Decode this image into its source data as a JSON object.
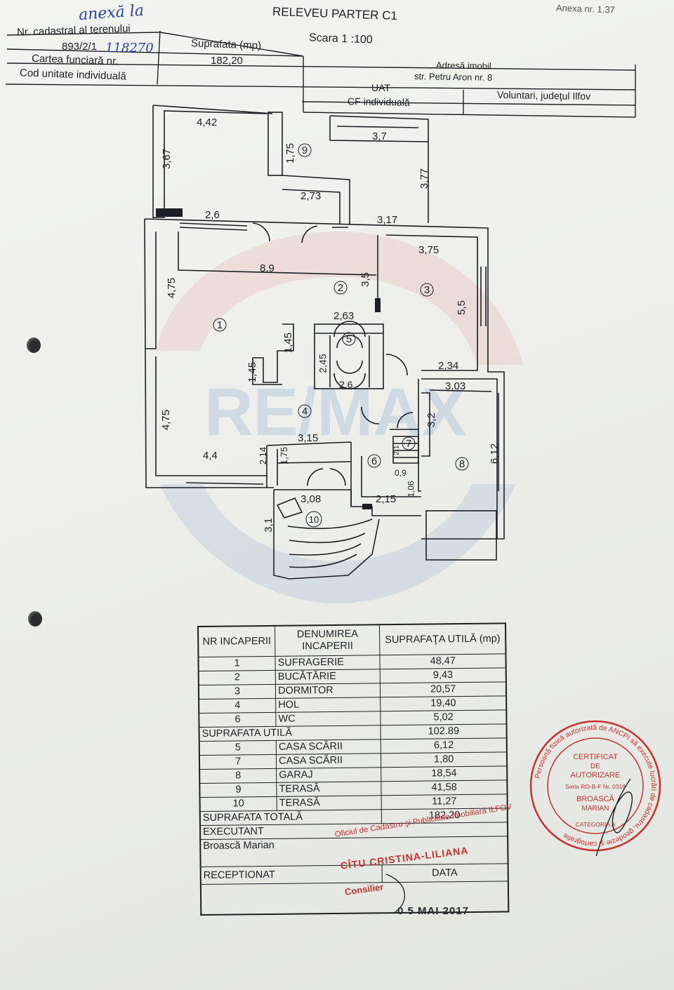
{
  "header": {
    "title": "RELEVEU PARTER C1",
    "scale": "Scara 1 :100",
    "annex": "Anexa nr. 1.37",
    "nr_cadastral_label": "Nr. cadastral al terenului",
    "nr_cadastral_value": "893/2/1",
    "nr_cadastral_handwritten": "118270",
    "handwritten_note": "anexă la",
    "suprafata_label": "Suprafata (mp)",
    "suprafata_value": "182,20",
    "cartea_label": "Cartea funciară nr.",
    "cod_label": "Cod unitate individuală",
    "adresa_label": "Adresă imobil",
    "adresa_value": "str. Petru Aron nr. 8",
    "uat_label": "UAT",
    "uat_value": "Voluntari, judeţul Ilfov",
    "cf_label": "CF individuală"
  },
  "plan": {
    "dims": {
      "d1": "4,42",
      "d2": "3,67",
      "d3": "1,75",
      "d4": "3,7",
      "d5": "3,77",
      "d6": "2,73",
      "d7": "2,6",
      "d8": "3,17",
      "d9": "8,9",
      "d10": "3,5",
      "d11": "3,75",
      "d12": "4,75",
      "d13": "5,5",
      "d14": "2,63",
      "d15": "1,45",
      "d16": "2,45",
      "d17": "1,45",
      "d18": "2,6",
      "d19": "2,34",
      "d20": "3,03",
      "d21": "4,75",
      "d22": "3,2",
      "d23": "3,15",
      "d24": "2,14",
      "d25": "1,75",
      "d26": "4,4",
      "d27": "6,12",
      "d28": "2,1",
      "d29": "0,9",
      "d30": "1,06",
      "d31": "3,08",
      "d32": "2,15",
      "d33": "3,1"
    },
    "rooms": [
      "1",
      "2",
      "3",
      "4",
      "5",
      "6",
      "7",
      "8",
      "9",
      "10"
    ],
    "watermark": "RE/MAX"
  },
  "legend": {
    "col_nr": "NR INCAPERII",
    "col_name": "DENUMIREA INCAPERII",
    "col_area": "SUPRAFAŢA UTILĂ (mp)",
    "rows_a": [
      {
        "nr": "1",
        "name": "SUFRAGERIE",
        "area": "48,47"
      },
      {
        "nr": "2",
        "name": "BUCĂTĂRIE",
        "area": "9,43"
      },
      {
        "nr": "3",
        "name": "DORMITOR",
        "area": "20,57"
      },
      {
        "nr": "4",
        "name": "HOL",
        "area": "19,40"
      },
      {
        "nr": "6",
        "name": "WC",
        "area": "5,02"
      }
    ],
    "subtotal_label": "SUPRAFATA UTILĂ",
    "subtotal_value": "102.89",
    "rows_b": [
      {
        "nr": "5",
        "name": "CASA SCĂRII",
        "area": "6,12"
      },
      {
        "nr": "7",
        "name": "CASA SCĂRII",
        "area": "1,80"
      },
      {
        "nr": "8",
        "name": "GARAJ",
        "area": "18,54"
      },
      {
        "nr": "9",
        "name": "TERASĂ",
        "area": "41,58"
      },
      {
        "nr": "10",
        "name": "TERASĂ",
        "area": "11,27"
      }
    ],
    "total_label": "SUPRAFATA TOTALĂ",
    "total_value": "182,20",
    "executant_label": "EXECUTANT",
    "executant_name": "Broască Marian",
    "receptionat_label": "RECEPTIONAT",
    "data_label": "DATA"
  },
  "office_stamp": {
    "line1": "Oficiul de Cadastru şi Publicitate Imobiliară ILFOV",
    "line2": "CÎTU CRISTINA-LILIANA",
    "line3": "Consilier",
    "date": "0 5 MAI 2017"
  },
  "round_stamp": {
    "ring": "Persoană fizică autorizată de ANCPI să execute lucrări de cadastru, geodezie şi cartografie",
    "center1": "CERTIFICAT",
    "center2": "DE",
    "center3": "AUTORIZARE",
    "center4": "Seria RO-B-F Nr. 0318",
    "center5": "BROASCĂ",
    "center6": "MARIAN",
    "category": "CATEGORIA A"
  },
  "colors": {
    "ink": "#1d1f24",
    "stamp": "#c9322e",
    "handwriting": "#2b3fb0",
    "watermark_red": "#d9463e",
    "watermark_blue": "#3b6fb8"
  }
}
